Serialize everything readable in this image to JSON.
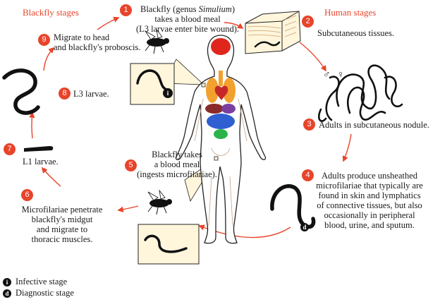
{
  "headers": {
    "blackfly": "Blackfly stages",
    "human": "Human stages"
  },
  "steps": [
    {
      "num": "1",
      "line1_pre": "Blackfly (genus ",
      "line1_em": "Simulium",
      "line1_post": ")",
      "line2": "takes a blood meal",
      "line3": "(L3 larvae enter bite wound)."
    },
    {
      "num": "2",
      "line1": "Subcutaneous tissues."
    },
    {
      "num": "3",
      "line1": "Adults in subcutaneous nodule."
    },
    {
      "num": "4",
      "lines": [
        "Adults produce unsheathed",
        "microfilariae that typically are",
        "found in skin and lymphatics",
        "of connective tissues, but also",
        "occasionally in peripheral",
        "blood, urine, and sputum."
      ]
    },
    {
      "num": "5",
      "lines": [
        "Blackfly takes",
        "a blood meal",
        "(ingests microfilariae)."
      ]
    },
    {
      "num": "6",
      "lines": [
        "Microfilariae penetrate",
        "blackfly's midgut",
        "and migrate to",
        "thoracic muscles."
      ]
    },
    {
      "num": "7",
      "line1": "L1 larvae."
    },
    {
      "num": "8",
      "line1": "L3 larvae."
    },
    {
      "num": "9",
      "lines": [
        "Migrate to head",
        "and blackfly's proboscis."
      ]
    }
  ],
  "symbols": {
    "male": "♂",
    "female": "♀",
    "infective_letter": "i",
    "diagnostic_letter": "d"
  },
  "legend": [
    {
      "letter": "i",
      "label": "Infective stage"
    },
    {
      "letter": "d",
      "label": "Diagnostic stage"
    }
  ],
  "colors": {
    "accent": "#e8442a",
    "brain": "#e0261c",
    "lungs": "#f3a12e",
    "heart": "#c62828",
    "liver": "#8a2a2a",
    "stomach": "#7b3fa0",
    "intestine": "#2f5fd1",
    "bladder": "#2bb34a"
  }
}
